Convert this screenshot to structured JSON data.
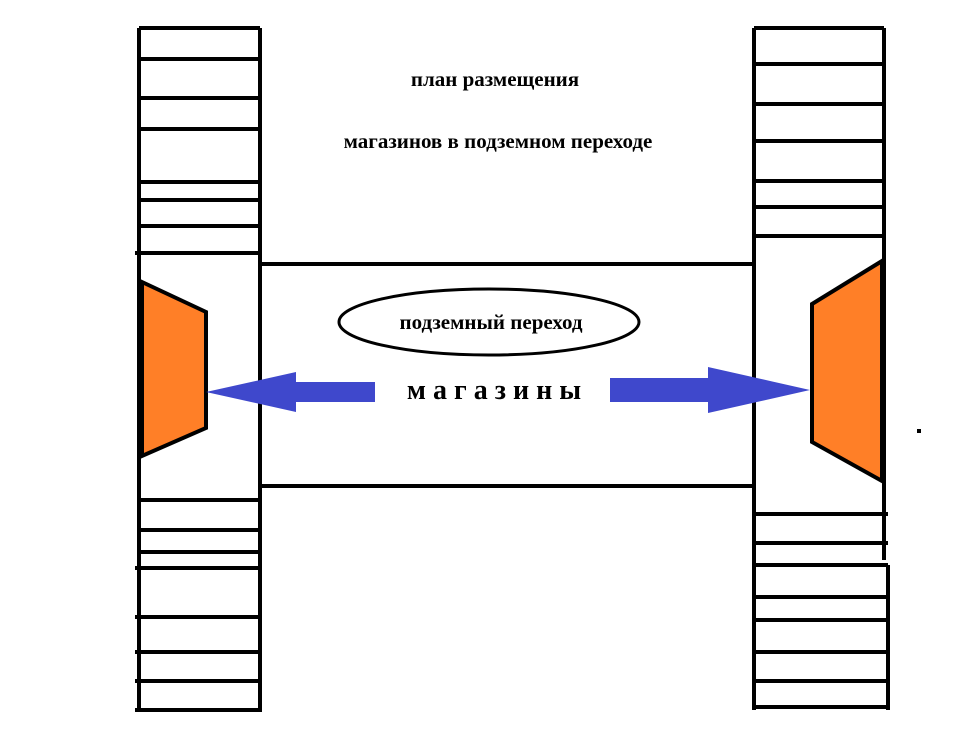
{
  "title": {
    "line1": "план размещения",
    "line2": "магазинов в подземном переходе"
  },
  "passage": {
    "label": "подземный переход"
  },
  "shops": {
    "label": "м а г а з и н ы"
  },
  "colors": {
    "shop_fill": "#ff7f27",
    "arrow_fill": "#3f48cc",
    "line": "#000000",
    "background": "#ffffff"
  }
}
